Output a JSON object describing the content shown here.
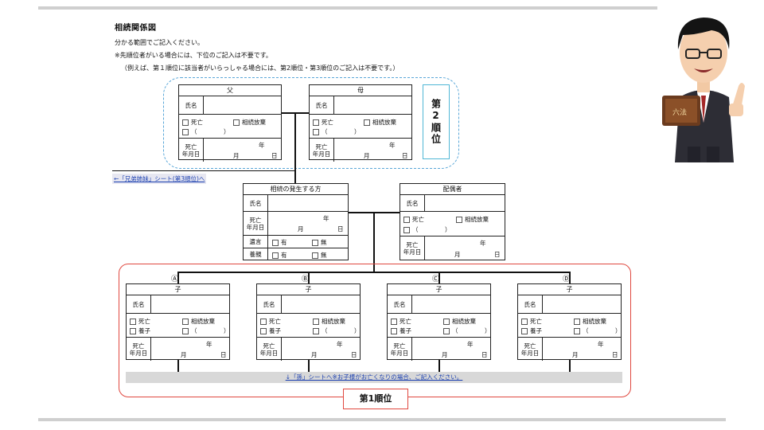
{
  "heading": "相続関係図",
  "notes": [
    "分かる範囲でご記入ください。",
    "※先順位者がいる場合には、下位のご記入は不要です。",
    "（例えば、第１順位に該当者がいらっしゃる場合には、第2順位・第3順位のご記入は不要です。）"
  ],
  "labels": {
    "name": "氏名",
    "death_top": "死亡",
    "death_bottom": "年月日",
    "died": "死亡",
    "renounce": "相続放棄",
    "paren_open": "（",
    "paren_close": "）",
    "year": "年",
    "month": "月",
    "day": "日",
    "adopted": "養子",
    "will": "遺言",
    "adoption_parent": "養親",
    "yes": "有",
    "no": "無"
  },
  "parents": {
    "father_title": "父",
    "mother_title": "母"
  },
  "rank2_label": "第2順位",
  "sibling_link": "←「兄弟姉妹」シート(第3順位)へ",
  "decedent": {
    "title": "相続の発生する方"
  },
  "spouse": {
    "title": "配偶者"
  },
  "children": [
    {
      "marker": "Ⓐ",
      "title": "子"
    },
    {
      "marker": "Ⓑ",
      "title": "子"
    },
    {
      "marker": "Ⓒ",
      "title": "子"
    },
    {
      "marker": "Ⓓ",
      "title": "子"
    }
  ],
  "grandchild_link": "↓「孫」シートへ※お子様がお亡くなりの場合、ご記入ください。",
  "rank1_label": "第1順位",
  "avatar_book_text": "六法",
  "colors": {
    "dash_blue": "#5aa7d8",
    "rank2_border": "#4fb7d6",
    "rank1_red": "#e0483f",
    "link_blue": "#1a3fb0"
  }
}
